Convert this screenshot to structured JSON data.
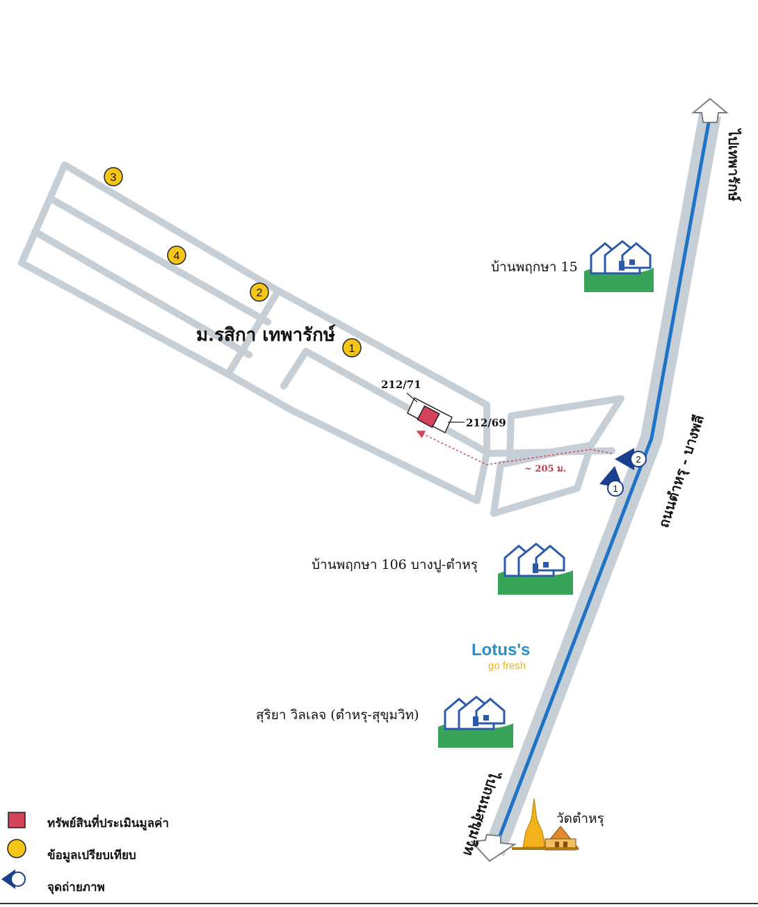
{
  "village": {
    "name": "ม.รสิกา เทพารักษ์"
  },
  "roads": {
    "main_road": "ถนนตำหรุ - บางพลี",
    "to_north": "ไปเทพารักษ์",
    "to_south": "ไปถนนสุขุมวิท"
  },
  "subject": {
    "lot_left": "212/71",
    "lot_right": "212/69",
    "distance": "~ 205 ม."
  },
  "comparables": [
    "1",
    "2",
    "3",
    "4"
  ],
  "photo_points": [
    "1",
    "2"
  ],
  "places": {
    "place_1": "บ้านพฤกษา 15",
    "place_2": "บ้านพฤกษา 106 บางปู-ตำหรุ",
    "place_3": "สุริยา วิลเลจ (ตำหรุ-สุขุมวิท)",
    "temple": "วัดตำหรุ",
    "lotus_brand": "Lotus's",
    "lotus_sub": "go fresh"
  },
  "legend": {
    "subject_label": "ทรัพย์สินที่ประเมินมูลค่า",
    "comparable_label": "ข้อมูลเปรียบเทียบ",
    "photo_label": "จุดถ่ายภาพ"
  },
  "colors": {
    "road_fill": "#c7cfd6",
    "road_line": "#1e73c8",
    "subject": "#d4435a",
    "comparable": "#f5c518",
    "photo_marker": "#1b3f8f",
    "grass": "#3aa35a",
    "house_blue": "#2b5aa8",
    "lotus_blue": "#2a8fc4",
    "lotus_yellow": "#f3b21b"
  }
}
